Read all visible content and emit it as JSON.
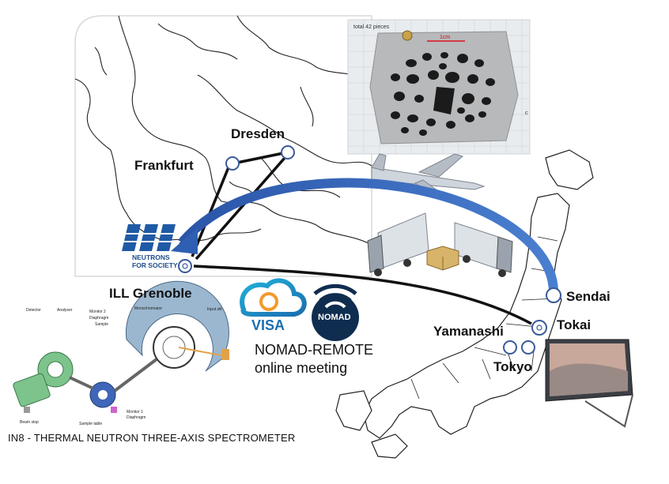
{
  "cities": {
    "frankfurt": "Frankfurt",
    "dresden": "Dresden",
    "ill_grenoble": "ILL Grenoble",
    "sendai": "Sendai",
    "tokai": "Tokai",
    "yamanashi": "Yamanashi",
    "tokyo": "Tokyo"
  },
  "ill_logo": {
    "text_line1": "NEUTRONS",
    "text_line2": "FOR SOCIETY"
  },
  "services": {
    "visa": "VISA",
    "nomad": "NOMAD"
  },
  "meeting": {
    "line1": "NOMAD-REMOTE",
    "line2": "online meeting"
  },
  "caption": "IN8 - THERMAL NEUTRON THREE-AXIS SPECTROMETER",
  "sample_photo": {
    "note": "total 42 pieces",
    "scale": "1cm",
    "axis": "c"
  },
  "spectrometer_labels": {
    "detector": "Detector",
    "analyser": "Analyser",
    "monitor2": "Monitor 2",
    "diaphragm_top": "Diaphragm",
    "sample": "Sample",
    "monochromator": "Monochromator",
    "input_slit": "Input slit",
    "beam_stop": "Beam stop",
    "sample_table": "Sample table",
    "monitor1": "Monitor 1",
    "diaphragm_bottom": "Diaphragm"
  },
  "colors": {
    "arrow_blue": "#2f5fb3",
    "ill_blue": "#1f5aa6",
    "visa_teal": "#1aa0c8",
    "nomad_dark": "#0f2d4f"
  }
}
